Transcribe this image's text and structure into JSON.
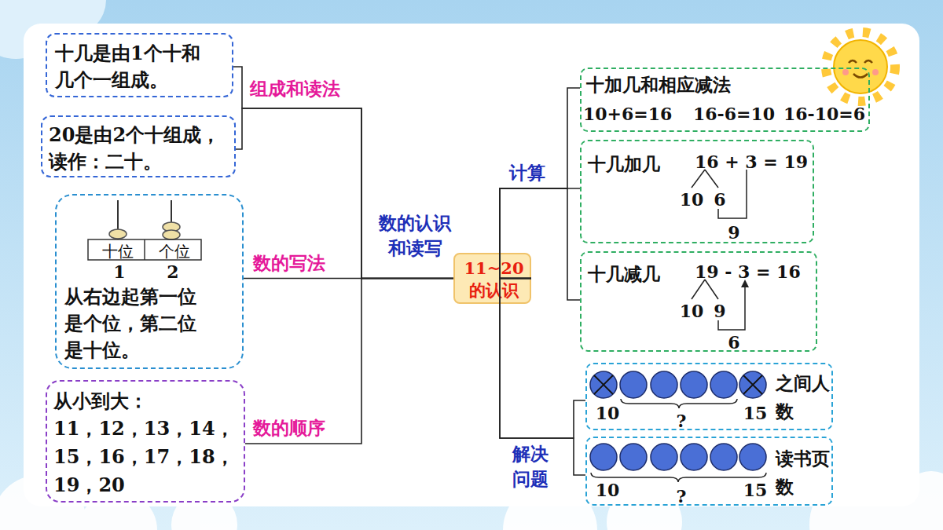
{
  "diagram": {
    "nodes": [
      {
        "text": [
          "十几是由1个十和 几个一组成。"
        ]
      },
      {
        "text": [
          "20是由2个十组成， 读作：二十。"
        ]
      },
      {
        "text": [
          "十位",
          "个位",
          "1",
          "2",
          "从右边起第一位 是个位，第二位 是十位。"
        ]
      },
      {
        "text": [
          "从小到大：",
          "11，12，13，14， 15，16，17，18， 19，20"
        ]
      },
      {
        "text": [
          "11~20 的认识"
        ]
      },
      {
        "text": [
          "十加几和相应减法",
          "10+6=16",
          "16-6=10",
          "16-10=6"
        ]
      },
      {
        "text": [
          "十几加几",
          "16 + 3 = 19",
          "10",
          "6",
          "9"
        ]
      },
      {
        "text": [
          "十几减几",
          "19 - 3 = 16",
          "10",
          "9",
          "6"
        ]
      },
      {
        "text": [
          "之间人 数",
          "10",
          "?",
          "15"
        ]
      },
      {
        "text": [
          "读书页 数",
          "10",
          "?",
          "15"
        ]
      }
    ],
    "edges": [
      {
        "from": 4,
        "to": 0,
        "arrow": "none"
      },
      {
        "from": 4,
        "to": 1,
        "arrow": "none"
      },
      {
        "from": 4,
        "to": 2,
        "arrow": "none"
      },
      {
        "from": 4,
        "to": 3,
        "arrow": "none"
      },
      {
        "from": 4,
        "to": 5,
        "arrow": "none"
      },
      {
        "from": 4,
        "to": 6,
        "arrow": "none"
      },
      {
        "from": 4,
        "to": 7,
        "arrow": "none"
      },
      {
        "from": 4,
        "to": 8,
        "arrow": "none"
      },
      {
        "from": 4,
        "to": 9,
        "arrow": "none"
      }
    ],
    "labels": [
      "组成和读法",
      "数的写法",
      "数的顺序",
      "数的认识 和读写",
      "计算",
      "解决 问题"
    ]
  }
}
